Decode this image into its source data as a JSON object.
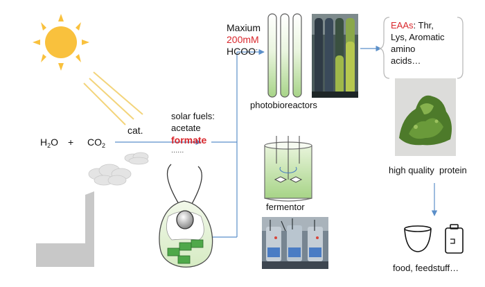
{
  "input": {
    "water_main": "H",
    "water_sub": "2",
    "water_tail": "O",
    "plus": "+",
    "co2_main": "CO",
    "co2_sub": "2",
    "catalyst": "cat."
  },
  "solar_fuels": {
    "heading": "solar fuels:",
    "item1": "acetate",
    "item2": "formate",
    "more": "......"
  },
  "photobioreactor": {
    "line1": "Maxium",
    "line2": "200mM",
    "line3_main": "HCOO",
    "line3_sup": "-",
    "label": "photobioreactors"
  },
  "fermentor": {
    "label": "fermentor"
  },
  "eaas": {
    "head": "EAAs",
    "line1_rest": ": Thr,",
    "line2": "Lys, Aromatic",
    "line3": "amino",
    "line4": "acids…"
  },
  "protein": {
    "label": "high quality  protein"
  },
  "products": {
    "label": "food, feedstuff…"
  },
  "colors": {
    "accent_red": "#d9262b",
    "arrow_blue": "#5b8fc9",
    "sun": "#f9c13d",
    "sun_ray": "#f3d47a",
    "cloud": "#e4e4e4",
    "green_culture": "#a9d68a"
  }
}
